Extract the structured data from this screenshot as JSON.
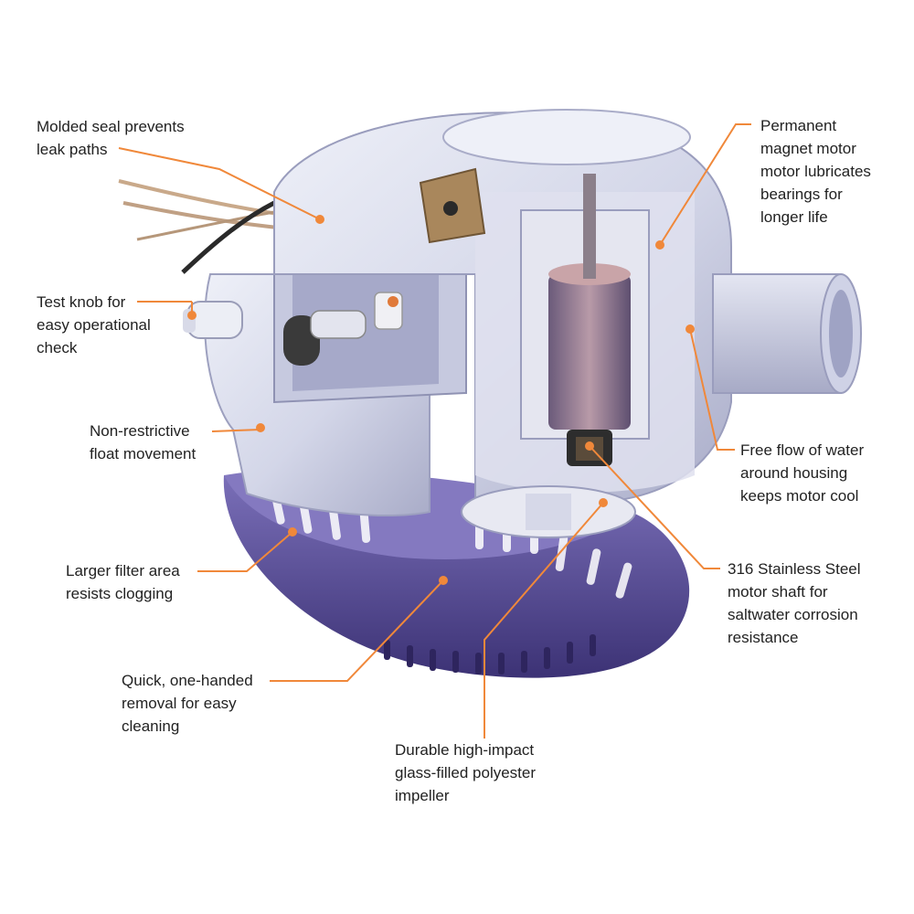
{
  "colors": {
    "leader": "#f0883a",
    "text": "#222222",
    "housing": "#d7d9e8",
    "housing_shade": "#b4b7d0",
    "strainer": "#5a4f9a",
    "strainer_dark": "#3f3578",
    "motor": "#8a6f86",
    "wire": "#c9a98a"
  },
  "callouts": [
    {
      "id": "molded-seal",
      "lines": [
        "Molded seal prevents",
        "leak paths"
      ]
    },
    {
      "id": "test-knob",
      "lines": [
        "Test knob for",
        "easy operational",
        "check"
      ]
    },
    {
      "id": "float-movement",
      "lines": [
        "Non-restrictive",
        "float movement"
      ]
    },
    {
      "id": "filter-area",
      "lines": [
        "Larger filter area",
        "resists clogging"
      ]
    },
    {
      "id": "quick-removal",
      "lines": [
        "Quick, one-handed",
        "removal for easy",
        "cleaning"
      ]
    },
    {
      "id": "impeller",
      "lines": [
        "Durable high-impact",
        "glass-filled polyester",
        "impeller"
      ]
    },
    {
      "id": "permanent-magnet",
      "lines": [
        "Permanent",
        "magnet motor",
        "motor lubricates",
        "bearings for",
        "longer life"
      ]
    },
    {
      "id": "free-flow",
      "lines": [
        "Free flow of water",
        "around housing",
        "keeps motor cool"
      ]
    },
    {
      "id": "stainless-shaft",
      "lines": [
        "316 Stainless Steel",
        "motor shaft for",
        "saltwater corrosion",
        "resistance"
      ]
    }
  ]
}
